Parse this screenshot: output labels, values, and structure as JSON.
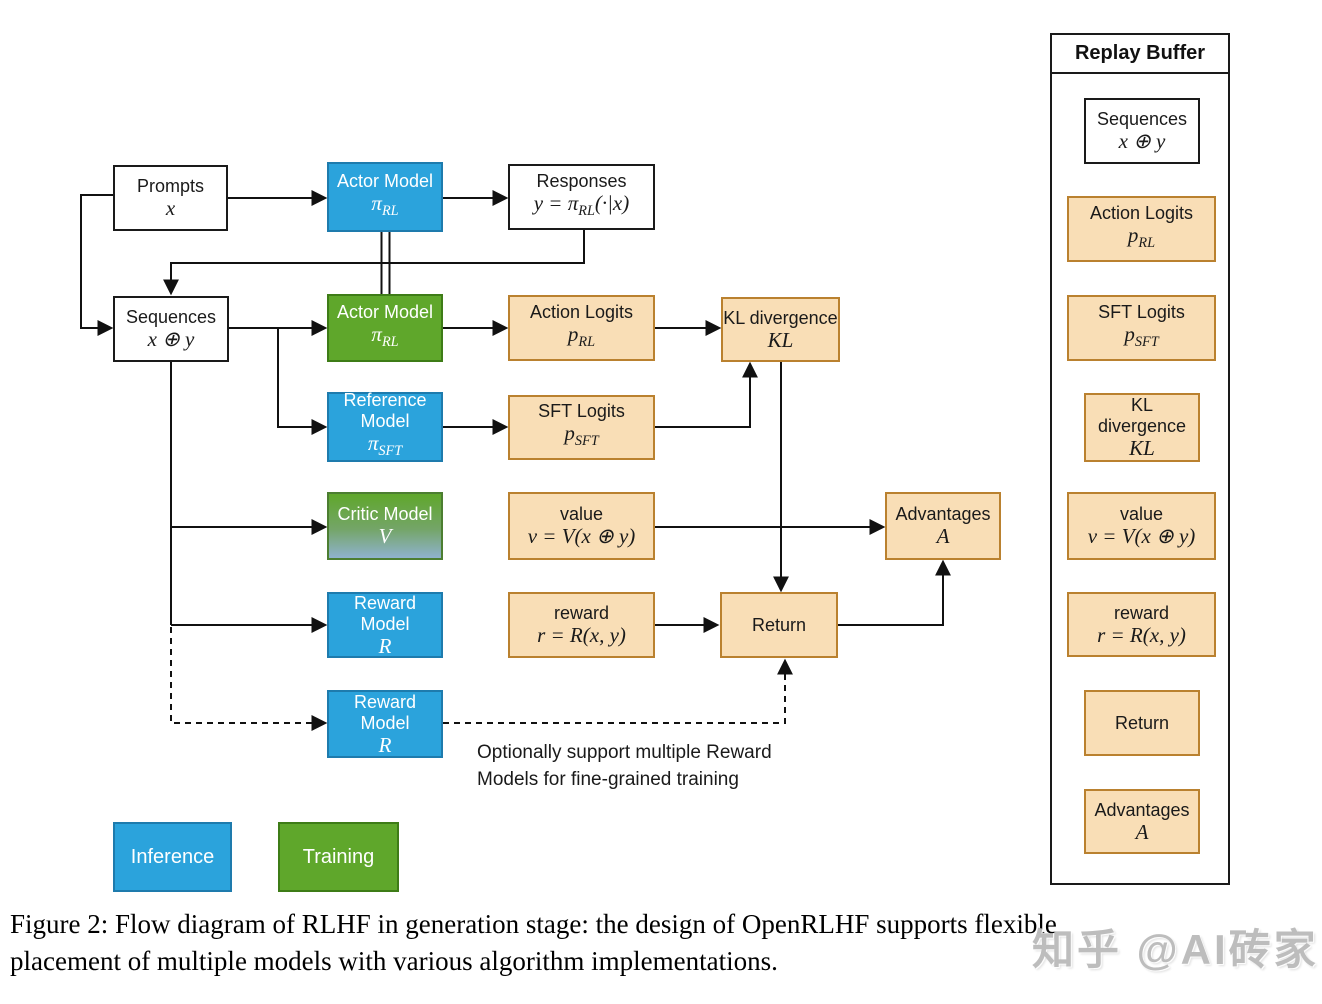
{
  "diagram": {
    "nodes": {
      "prompts": {
        "title": "Prompts",
        "math": "x"
      },
      "actor_inference": {
        "title": "Actor Model",
        "math": "π<sub>RL</sub>"
      },
      "responses": {
        "title": "Responses",
        "math": "y = π<sub>RL</sub>(·|x)"
      },
      "sequences": {
        "title": "Sequences",
        "math": "x ⊕ y"
      },
      "actor_training": {
        "title": "Actor Model",
        "math": "π<sub>RL</sub>"
      },
      "action_logits": {
        "title": "Action Logits",
        "math": "p<sub>RL</sub>"
      },
      "kl_divergence": {
        "title": "KL divergence",
        "math": "KL"
      },
      "reference_model": {
        "title": "Reference Model",
        "math": "π<sub>SFT</sub>"
      },
      "sft_logits": {
        "title": "SFT Logits",
        "math": "p<sub>SFT</sub>"
      },
      "critic_model": {
        "title": "Critic Model",
        "math": "V"
      },
      "value": {
        "title": "value",
        "math": "v = V(x ⊕ y)"
      },
      "advantages": {
        "title": "Advantages",
        "math": "A"
      },
      "reward_model": {
        "title": "Reward Model",
        "math": "R"
      },
      "reward": {
        "title": "reward",
        "math": "r = R(x, y)"
      },
      "return": {
        "title": "Return"
      },
      "reward_model_optional": {
        "title": "Reward Model",
        "math": "R"
      }
    },
    "note_lines": [
      "Optionally support multiple Reward",
      "Models for fine-grained training"
    ],
    "legend": {
      "inference": "Inference",
      "training": "Training"
    }
  },
  "replay_buffer": {
    "title": "Replay Buffer",
    "items": [
      {
        "title": "Sequences",
        "math": "x ⊕ y",
        "kind": "white"
      },
      {
        "title": "Action Logits",
        "math": "p<sub>RL</sub>",
        "kind": "orange"
      },
      {
        "title": "SFT Logits",
        "math": "p<sub>SFT</sub>",
        "kind": "orange"
      },
      {
        "title": "KL divergence",
        "math": "KL",
        "kind": "orange"
      },
      {
        "title": "value",
        "math": "v = V(x ⊕ y)",
        "kind": "orange"
      },
      {
        "title": "reward",
        "math": "r = R(x, y)",
        "kind": "orange"
      },
      {
        "title": "Return",
        "math": "",
        "kind": "orange"
      },
      {
        "title": "Advantages",
        "math": "A",
        "kind": "orange"
      }
    ]
  },
  "caption": {
    "lines": [
      "Figure 2: Flow diagram of RLHF in generation stage: the design of OpenRLHF supports flexible",
      "placement of multiple models with various algorithm implementations."
    ]
  },
  "watermark": {
    "text": "知乎 @AI砖家"
  },
  "colors": {
    "inference_blue": "#2BA3DC",
    "training_green": "#5FA72B",
    "buffer_orange": "#F9DEB6",
    "orange_border": "#BA812F",
    "blue_border": "#1E7BAD",
    "green_border": "#3E7C17",
    "line_black": "#111111"
  }
}
